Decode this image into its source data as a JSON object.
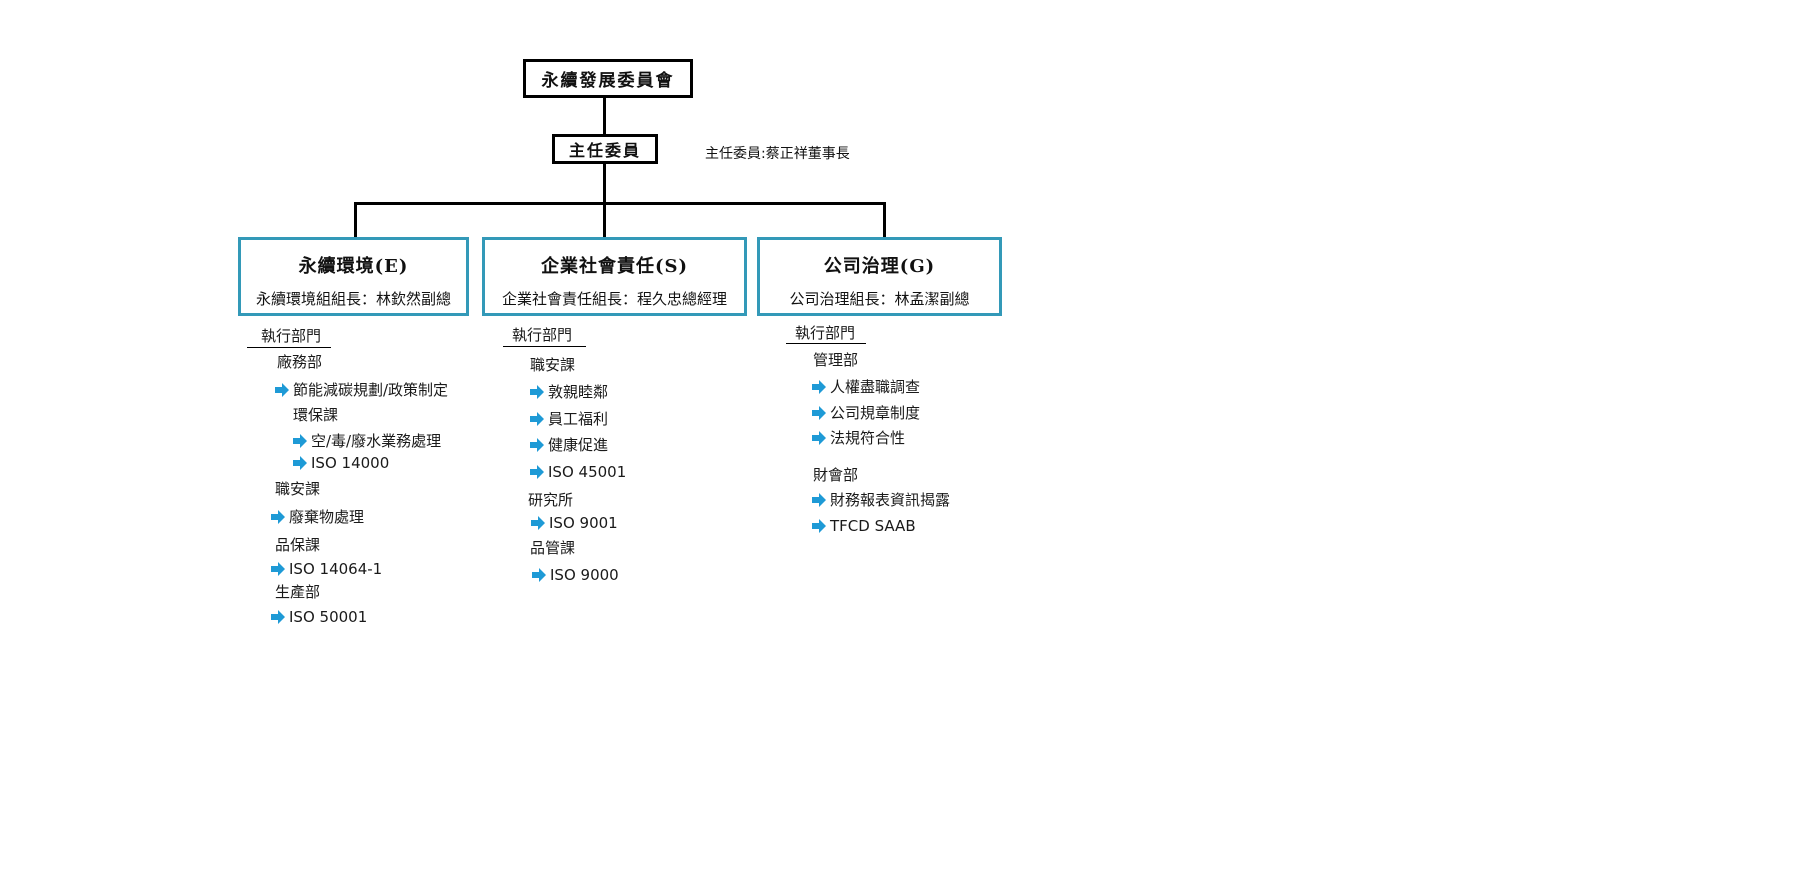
{
  "committee": {
    "title": "永續發展委員會",
    "chair_box": "主任委員",
    "chair_note": "主任委員:蔡正祥董事長"
  },
  "groups": [
    {
      "title": "永續環境(E)",
      "leader": "永續環境組組長：林欽然副總",
      "exec_label": "執行部門",
      "items": [
        {
          "type": "dept",
          "text": "廠務部"
        },
        {
          "type": "task",
          "text": "節能減碳規劃/政策制定"
        },
        {
          "type": "dept",
          "text": "環保課"
        },
        {
          "type": "task",
          "text": "空/毒/廢水業務處理"
        },
        {
          "type": "task",
          "text": "ISO 14000"
        },
        {
          "type": "dept",
          "text": "職安課"
        },
        {
          "type": "task",
          "text": "廢棄物處理"
        },
        {
          "type": "dept",
          "text": "品保課"
        },
        {
          "type": "task",
          "text": "ISO 14064-1"
        },
        {
          "type": "dept",
          "text": "生產部"
        },
        {
          "type": "task",
          "text": "ISO 50001"
        }
      ]
    },
    {
      "title": "企業社會責任(S)",
      "leader": "企業社會責任組長：程久忠總經理",
      "exec_label": "執行部門",
      "items": [
        {
          "type": "dept",
          "text": "職安課"
        },
        {
          "type": "task",
          "text": "敦親睦鄰"
        },
        {
          "type": "task",
          "text": "員工福利"
        },
        {
          "type": "task",
          "text": "健康促進"
        },
        {
          "type": "task",
          "text": "ISO 45001"
        },
        {
          "type": "dept",
          "text": "研究所"
        },
        {
          "type": "task",
          "text": "ISO 9001"
        },
        {
          "type": "dept",
          "text": "品管課"
        },
        {
          "type": "task",
          "text": "ISO 9000"
        }
      ]
    },
    {
      "title": "公司治理(G)",
      "leader": "公司治理組長：林孟潔副總",
      "exec_label": "執行部門",
      "items": [
        {
          "type": "dept",
          "text": "管理部"
        },
        {
          "type": "task",
          "text": "人權盡職調查"
        },
        {
          "type": "task",
          "text": "公司規章制度"
        },
        {
          "type": "task",
          "text": "法規符合性"
        },
        {
          "type": "dept",
          "text": "財會部"
        },
        {
          "type": "task",
          "text": "財務報表資訊揭露"
        },
        {
          "type": "task",
          "text": "TFCD  SAAB"
        }
      ]
    }
  ],
  "colors": {
    "group_border": "#3399b8",
    "arrow": "#1e9ad6"
  }
}
